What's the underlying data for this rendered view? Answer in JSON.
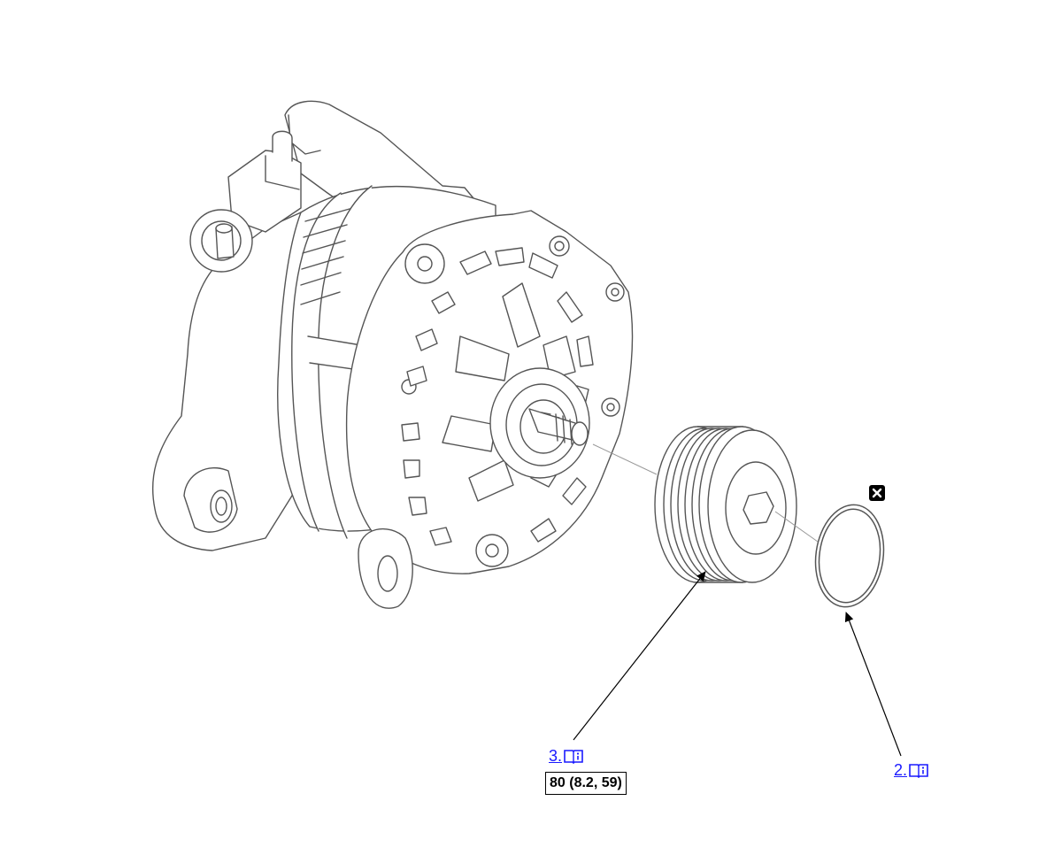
{
  "callouts": [
    {
      "number": "3.",
      "icon": "book-info-icon"
    },
    {
      "number": "2.",
      "icon": "book-info-icon"
    }
  ],
  "torque_spec": "80 (8.2, 59)",
  "replace_marker_icon": "x-box-icon",
  "colors": {
    "link": "#1a1aff",
    "line": "#444444",
    "ink": "#000000"
  }
}
